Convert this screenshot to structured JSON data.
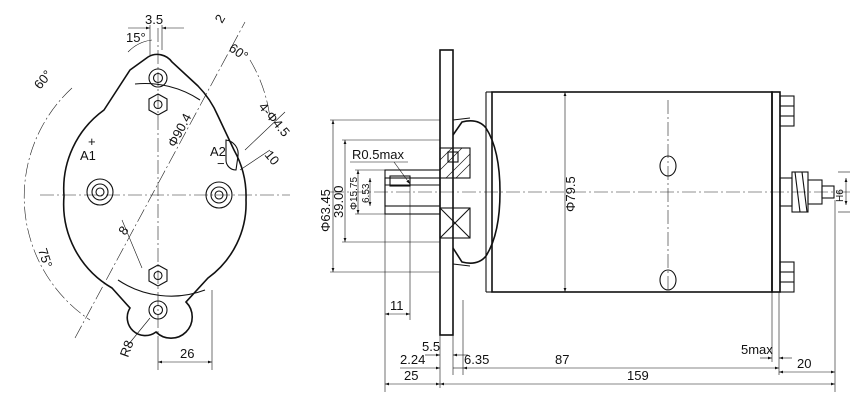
{
  "front_view": {
    "dimensions": {
      "d_3_5": "3.5",
      "d_2": "2",
      "d_15": "15°",
      "d_60_left": "60°",
      "d_60_right": "60°",
      "d_phi_90_4": "Φ90.4",
      "d_4_phi_4_5": "4-Φ4.5",
      "d_10": "10",
      "d_8": "8",
      "d_75": "75°",
      "d_r8": "R8",
      "d_26": "26"
    },
    "terminals": {
      "a1": "A1",
      "a2": "A2",
      "plus": "+",
      "minus": "−"
    }
  },
  "side_view": {
    "dimensions": {
      "d_phi_63_45": "Φ63.45",
      "d_39_00": "39.00",
      "d_phi_15_75": "Φ15.75",
      "d_6_53": "6.53",
      "d_r0_5max": "R0.5max",
      "d_phi_79_5": "Φ79.5",
      "d_11": "11",
      "d_5_5": "5.5",
      "d_2_24": "2.24",
      "d_6_35": "6.35",
      "d_87": "87",
      "d_25": "25",
      "d_159": "159",
      "d_5max": "5max",
      "d_20": "20",
      "d_h6": "H6"
    }
  }
}
